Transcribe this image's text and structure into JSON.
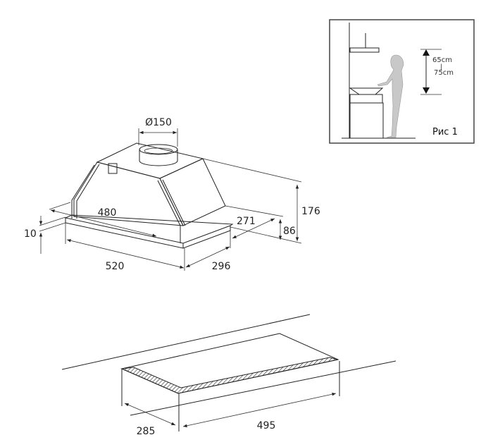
{
  "hood_dimensions": {
    "duct_diameter": "Ø150",
    "height": "176",
    "body_height": "86",
    "body_depth": "271",
    "body_width": "480",
    "total_width": "520",
    "total_depth": "296",
    "plate_thickness": "10"
  },
  "cutout_dimensions": {
    "depth": "285",
    "width": "495"
  },
  "inset": {
    "height_min": "65cm",
    "separator": "|",
    "height_max": "75cm",
    "caption": "Рис 1"
  }
}
